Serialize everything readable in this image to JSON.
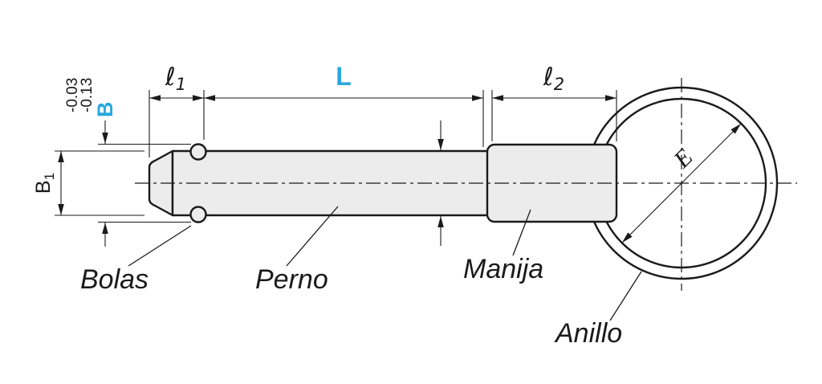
{
  "diagram": {
    "type": "technical-drawing",
    "subject": "ball-lock-pin",
    "colors": {
      "accent": "#29a8e0",
      "line": "#1a1a1a",
      "part_fill": "#ececec",
      "background": "#ffffff"
    },
    "part_labels": {
      "bolas": "Bolas",
      "perno": "Perno",
      "manija": "Manija",
      "anillo": "Anillo"
    },
    "dimensions": {
      "l1": {
        "base": "ℓ",
        "sub": "1"
      },
      "length": {
        "label": "L"
      },
      "l2": {
        "base": "ℓ",
        "sub": "2"
      },
      "b": {
        "label": "B",
        "tol_upper": "-0.03",
        "tol_lower": "-0.13"
      },
      "b1": {
        "base": "B",
        "sub": "1"
      },
      "e": {
        "label": "E"
      }
    }
  }
}
